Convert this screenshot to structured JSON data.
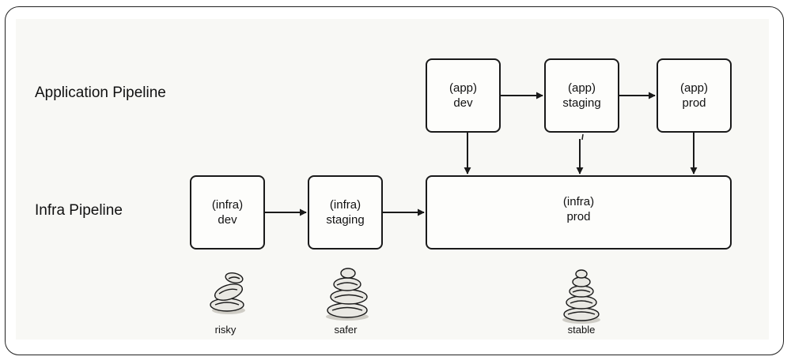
{
  "rows": {
    "application": "Application Pipeline",
    "infra": "Infra Pipeline"
  },
  "stages": {
    "app_dev": [
      "(app)",
      "dev"
    ],
    "app_staging": [
      "(app)",
      "staging"
    ],
    "app_prod": [
      "(app)",
      "prod"
    ],
    "infra_dev": [
      "(infra)",
      "dev"
    ],
    "infra_staging": [
      "(infra)",
      "staging"
    ],
    "infra_prod": [
      "(infra)",
      "prod"
    ]
  },
  "stability": {
    "risky": "risky",
    "safer": "safer",
    "stable": "stable"
  },
  "icons": {
    "risky": "stone-stack-icon",
    "safer": "stone-stack-icon",
    "stable": "stone-stack-icon"
  },
  "colors": {
    "stroke": "#1a1a1a",
    "background": "#f8f8f5"
  }
}
